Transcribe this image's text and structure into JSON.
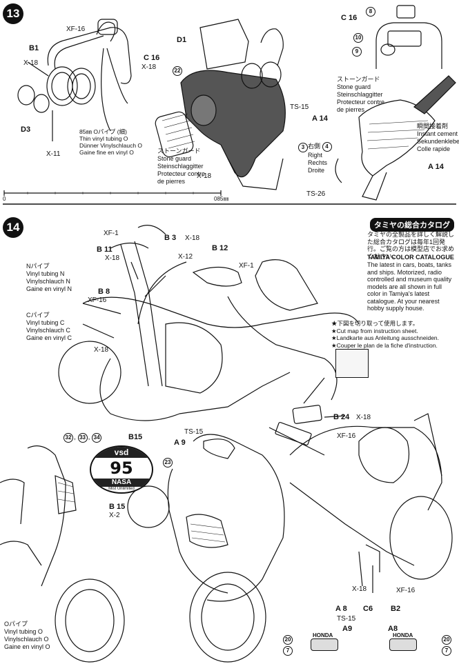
{
  "step13": {
    "number": "13",
    "labels": {
      "xf16": "XF-16",
      "b1": "B1",
      "x18_a": "X-18",
      "c16_left": "C 16",
      "x18_b": "X-18",
      "d3": "D3",
      "x11": "X-11",
      "d1": "D1",
      "n22": "22",
      "ts15": "TS-15",
      "a14_mid": "A 14",
      "x18_c": "X-18",
      "ts26": "TS-26",
      "c16_right": "C 16",
      "n8": "8",
      "n10": "10",
      "n9": "9",
      "a14_right": "A 14",
      "n3": "3",
      "n4": "4"
    },
    "tube_note": [
      "85㎜ Oパイプ (細)",
      "Thin vinyl tubing O",
      "Dünner Vinylschlauch O",
      "Gaine fine en vinyl O"
    ],
    "stone_guard_left": [
      "ストーンガード",
      "Stone guard",
      "Steinschlaggitter",
      "Protecteur contre",
      "de pierres"
    ],
    "stone_guard_right": [
      "ストーンガード",
      "Stone guard",
      "Steinschlaggitter",
      "Protecteur contre",
      "de pierres"
    ],
    "right_note": [
      "右側",
      "Right",
      "Rechts",
      "Droite"
    ],
    "cement_note": [
      "瞬間接着剤",
      "Instant cement",
      "Sekundenkleber",
      "Colle rapide"
    ],
    "ruler_zero": "0",
    "ruler_end": "0",
    "ruler_unit": "85㎜"
  },
  "step14": {
    "number": "14",
    "labels": {
      "xf1": "XF-1",
      "b3": "B 3",
      "x18_a": "X-18",
      "b12": "B 12",
      "xf1_b": "XF-1",
      "b11": "B 11",
      "x12": "X-12",
      "x18_b": "X-18",
      "b8": "B 8",
      "xf16": "XF-16",
      "x18_c": "X-18",
      "b15_top": "B15",
      "n23": "23",
      "ts15": "TS-15",
      "a9": "A 9",
      "b24": "B 24",
      "x18_d": "X-18",
      "xf16_b": "XF-16",
      "b15_left": "B 15",
      "x2": "X-2",
      "n32": "32",
      "n33": "33",
      "n34": "34",
      "x18_e": "X-18",
      "c6": "C6",
      "xf16_c": "XF-16",
      "a8": "A 8",
      "b2": "B2",
      "ts15_b": "TS-15",
      "a9_bottom": "A9",
      "a8_bottom": "A8",
      "n20_l": "20",
      "n7_l": "7",
      "n20_r": "20",
      "n7_r": "7"
    },
    "tube_n": [
      "Nパイプ",
      "Vinyl tubing N",
      "Vinylschlauch N",
      "Gaine en vinyl N"
    ],
    "tube_c": [
      "Cパイプ",
      "Vinyl tubing C",
      "Vinylschlauch C",
      "Gaine en vinyl C"
    ],
    "tube_o": [
      "Oパイプ",
      "Vinyl tubing O",
      "Vinylschlauch O",
      "Gaine en vinyl O"
    ],
    "map_note": [
      "★下図を切り取って使用します。",
      "★Cut map from instruction sheet.",
      "★Landkarte aus Anleitung ausschneiden.",
      "★Couper le plan de la fiche d'instruction."
    ],
    "plate": {
      "top": "vsd",
      "number": "95",
      "bottom": "NASA",
      "sub": "Mist Unlimited"
    }
  },
  "catalogue": {
    "title": "タミヤの総合カタログ",
    "jp": "タミヤの全製品を詳しく解説した総合カタログは毎年1回発行。ご覧の方は模型店でお求めください。",
    "heading": "TAMIYA COLOR CATALOGUE",
    "body": "The latest in cars, boats, tanks and ships. Motorized, radio controlled and museum quality models are all shown in full color in Tamiya's latest catalogue. At your nearest hobby supply house."
  },
  "badge": {
    "brand": "HONDA"
  }
}
